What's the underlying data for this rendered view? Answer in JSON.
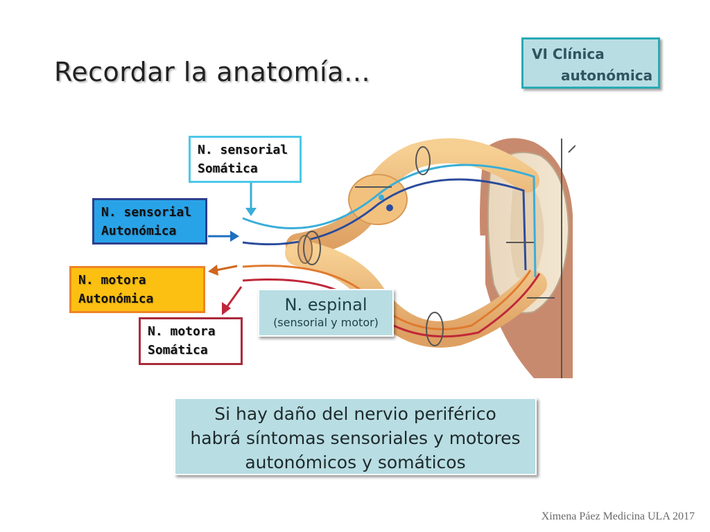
{
  "title": "Recordar la anatomía…",
  "tag": {
    "line1": "VI Clínica",
    "line2": "autonómica"
  },
  "labels": {
    "sensorial_somatica": {
      "line1": "N. sensorial",
      "line2": "Somática"
    },
    "sensorial_autonomica": {
      "line1": "N. sensorial",
      "line2": "Autonómica"
    },
    "motora_autonomica": {
      "line1": "N. motora",
      "line2": "Autonómica"
    },
    "motora_somatica": {
      "line1": "N. motora",
      "line2": "Somática"
    }
  },
  "spinal_nerve": {
    "title": "N. espinal",
    "subtitle": "(sensorial y motor)"
  },
  "note": {
    "line1": "Si hay daño del nervio periférico",
    "line2": "habrá síntomas sensoriales y motores",
    "line3": "autonómicos y somáticos"
  },
  "footer": "Ximena Páez Medicina ULA 2017",
  "colors": {
    "tag_bg": "#b8dde3",
    "tag_border": "#2aaab4",
    "sensory_somatic": "#4cc8e8",
    "sensory_autonomic": "#29a3e8",
    "motor_autonomic": "#fcc012",
    "motor_somatic": "#aa2a3c",
    "arrow_sensory_somatic": "#3aaed8",
    "arrow_sensory_autonomic": "#1e6fc0",
    "arrow_motor_autonomic": "#d0661e",
    "arrow_motor_somatic": "#c0283a"
  },
  "icons": [
    "arrow-down-icon",
    "arrow-right-icon",
    "arrow-left-icon",
    "arrow-down-left-icon"
  ]
}
